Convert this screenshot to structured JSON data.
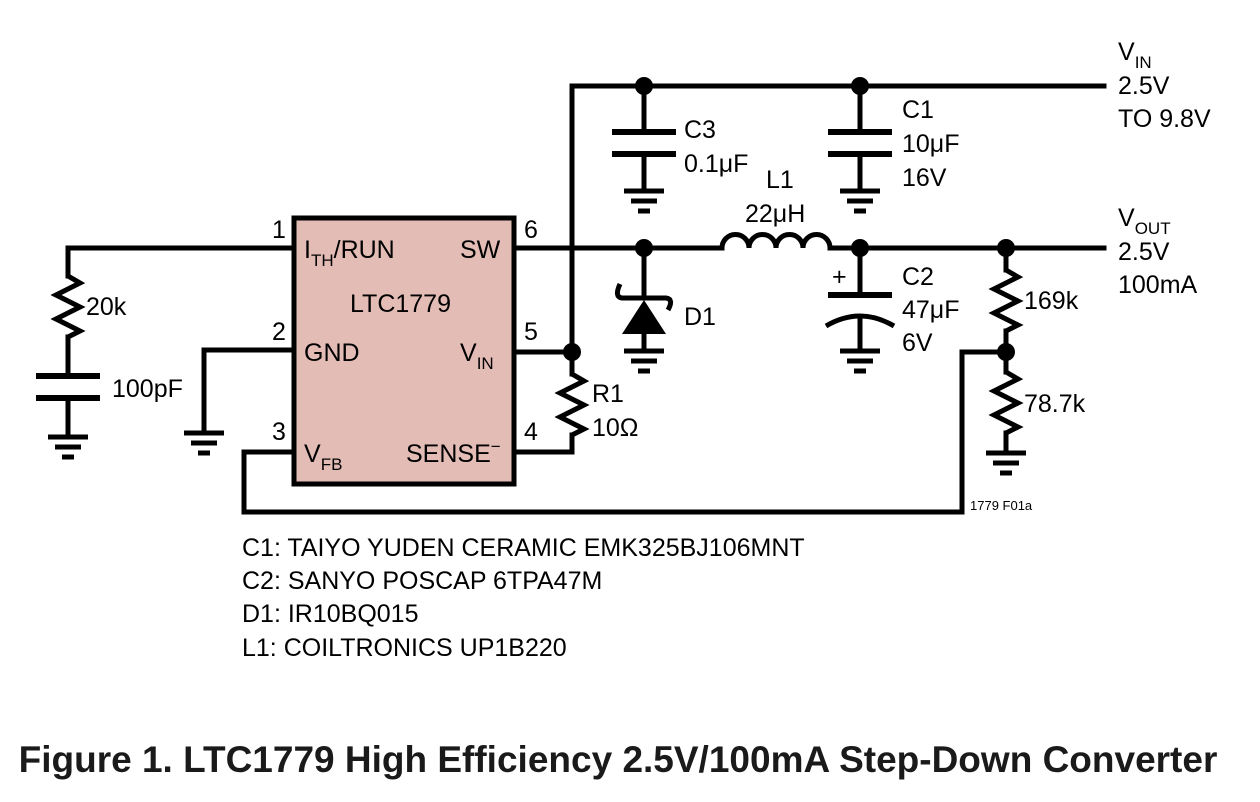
{
  "ic": {
    "name": "LTC1779",
    "fill_color": "#e3bcb6",
    "pins": {
      "p1_num": "1",
      "p1_main": "I",
      "p1_sub": "TH",
      "p1_rest": "/RUN",
      "p2_num": "2",
      "p2_label": "GND",
      "p3_num": "3",
      "p3_main": "V",
      "p3_sub": "FB",
      "p4_num": "4",
      "p4_main": "SENSE",
      "p4_sup": "−",
      "p5_num": "5",
      "p5_main": "V",
      "p5_sub": "IN",
      "p6_num": "6",
      "p6_label": "SW"
    }
  },
  "components": {
    "r_comp": "20k",
    "c_comp": "100pF",
    "c3_name": "C3",
    "c3_value": "0.1μF",
    "c1_name": "C1",
    "c1_value": "10μF",
    "c1_voltage": "16V",
    "l1_name": "L1",
    "l1_value": "22μH",
    "c2_name": "C2",
    "c2_value": "47μF",
    "c2_voltage": "6V",
    "c2_polarity": "+",
    "d1_name": "D1",
    "r1_name": "R1",
    "r1_value": "10Ω",
    "r_top": "169k",
    "r_bottom": "78.7k"
  },
  "rails": {
    "vin_main": "V",
    "vin_sub": "IN",
    "vin_line1": "2.5V",
    "vin_line2": "TO 9.8V",
    "vout_main": "V",
    "vout_sub": "OUT",
    "vout_line1": "2.5V",
    "vout_line2": "100mA"
  },
  "figure_code": "1779 F01a",
  "notes": [
    "C1: TAIYO YUDEN CERAMIC EMK325BJ106MNT",
    "C2: SANYO POSCAP 6TPA47M",
    "D1: IR10BQ015",
    "L1: COILTRONICS UP1B220"
  ],
  "caption": "Figure 1. LTC1779 High Efficiency 2.5V/100mA Step-Down Converter"
}
